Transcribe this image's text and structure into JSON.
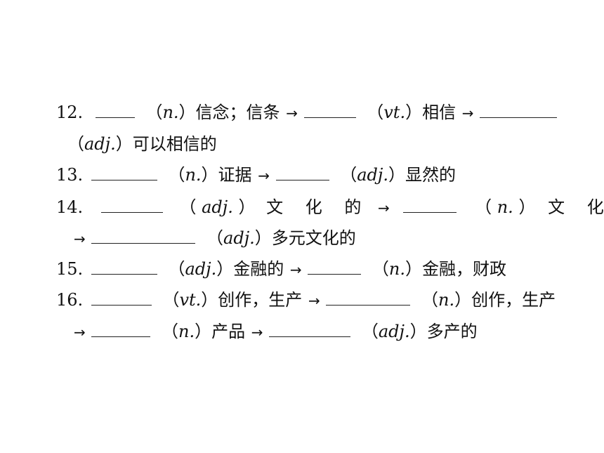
{
  "items": [
    {
      "number": "12.",
      "parts": [
        {
          "pos": "n.",
          "meaning": "信念；信条"
        },
        {
          "pos": "vt.",
          "meaning": "相信"
        },
        {
          "pos": "adj.",
          "meaning": "可以相信的"
        }
      ]
    },
    {
      "number": "13.",
      "parts": [
        {
          "pos": "n.",
          "meaning": "证据"
        },
        {
          "pos": "adj.",
          "meaning": "显然的"
        }
      ]
    },
    {
      "number": "14.",
      "parts": [
        {
          "pos": "adj.",
          "meaning": "文 化 的"
        },
        {
          "pos": "n.",
          "meaning": "文 化"
        },
        {
          "pos": "adj.",
          "meaning": "多元文化的"
        }
      ]
    },
    {
      "number": "15.",
      "parts": [
        {
          "pos": "adj.",
          "meaning": "金融的"
        },
        {
          "pos": "n.",
          "meaning": "金融，财政"
        }
      ]
    },
    {
      "number": "16.",
      "parts": [
        {
          "pos": "vt.",
          "meaning": "创作，生产"
        },
        {
          "pos": "n.",
          "meaning": "创作，生产"
        },
        {
          "pos": "n.",
          "meaning": "产品"
        },
        {
          "pos": "adj.",
          "meaning": "多产的"
        }
      ]
    }
  ],
  "symbols": {
    "arrow": "→"
  }
}
